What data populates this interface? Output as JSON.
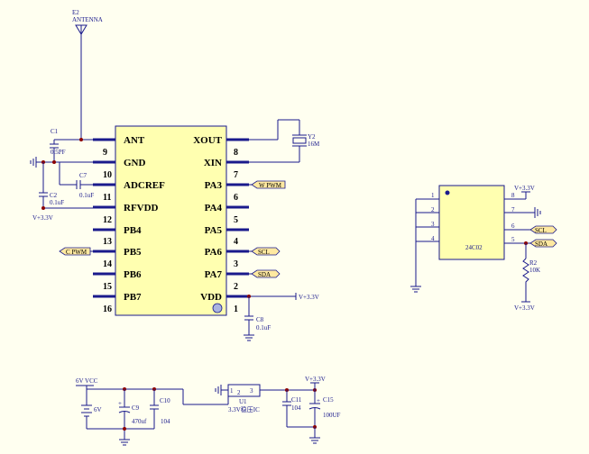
{
  "main_ic": {
    "left_pins": [
      {
        "num": "9",
        "label": "ANT"
      },
      {
        "num": "10",
        "label": "GND"
      },
      {
        "num": "11",
        "label": "ADCREF"
      },
      {
        "num": "12",
        "label": "RFVDD"
      },
      {
        "num": "13",
        "label": "PB4"
      },
      {
        "num": "14",
        "label": "PB5"
      },
      {
        "num": "15",
        "label": "PB6"
      },
      {
        "num": "16",
        "label": "PB7"
      }
    ],
    "right_pins": [
      {
        "num": "8",
        "label": "XOUT"
      },
      {
        "num": "7",
        "label": "XIN"
      },
      {
        "num": "6",
        "label": "PA3"
      },
      {
        "num": "5",
        "label": "PA4"
      },
      {
        "num": "4",
        "label": "PA5"
      },
      {
        "num": "3",
        "label": "PA6"
      },
      {
        "num": "2",
        "label": "PA7"
      },
      {
        "num": "1",
        "label": "VDD"
      }
    ]
  },
  "eeprom": {
    "name": "24C02",
    "left_pins": [
      "1",
      "2",
      "3",
      "4"
    ],
    "right_pins": [
      "8",
      "7",
      "6",
      "5"
    ]
  },
  "antenna": {
    "ref": "E2",
    "name": "ANTENNA"
  },
  "crystal": {
    "ref": "Y2",
    "value": "16M"
  },
  "components": {
    "c1": {
      "ref": "C1",
      "value": "0.5PF"
    },
    "c2": {
      "ref": "C2",
      "value": "0.1uF"
    },
    "c7": {
      "ref": "C7",
      "value": "0.1uF"
    },
    "c8": {
      "ref": "C8",
      "value": "0.1uF"
    },
    "r2": {
      "ref": "R2",
      "value": "10K"
    },
    "c9": {
      "ref": "C9",
      "value": "470uf"
    },
    "c10": {
      "ref": "C10",
      "value": "104"
    },
    "c11": {
      "ref": "C11",
      "value": "104"
    },
    "c15": {
      "ref": "C15",
      "value": "100UF"
    },
    "u1": {
      "ref": "U1",
      "value": "3.3V稳压IC",
      "pin1": "1",
      "pin3": "3",
      "pin2": "2"
    },
    "battery": {
      "value": "6V"
    }
  },
  "nets": {
    "vcc_33": "V+3.3V",
    "vcc_6": "6V VCC",
    "w_pwm": "W  PWM",
    "c_pwm": "C  PWM",
    "scl": "SCL",
    "sda": "SDA"
  }
}
